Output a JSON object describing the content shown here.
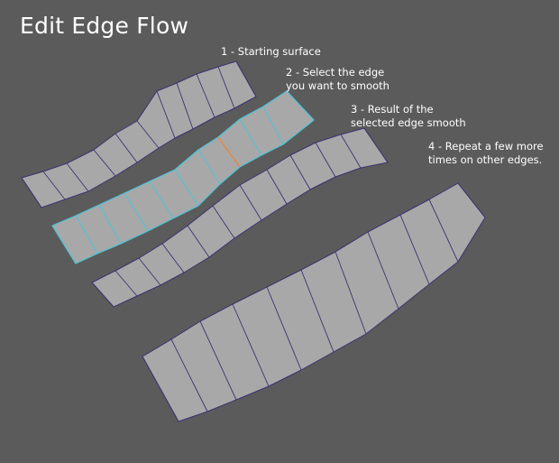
{
  "title": "Edit Edge Flow",
  "steps": [
    {
      "label": "1 - Starting surface"
    },
    {
      "label": "2 - Select the edge\nyou want to smooth"
    },
    {
      "label": "3 - Result of the\nselected edge smooth"
    },
    {
      "label": "4 - Repeat a few more\ntimes on other edges."
    }
  ],
  "colors": {
    "background": "#5b5b5b",
    "surface_fill": "#a8a8a8",
    "wire_edge": "#3a3470",
    "selected_wire": "#4fc3d7",
    "selected_edge": "#e08a4a"
  }
}
